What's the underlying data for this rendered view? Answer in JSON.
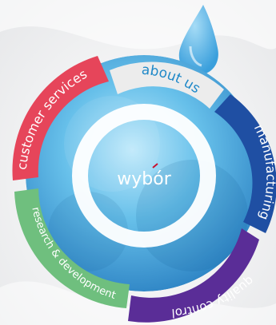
{
  "logo": {
    "text": "wybór",
    "accent_color": "#c8102e"
  },
  "menu": {
    "about": {
      "label": "about us",
      "color": "#ececec",
      "text_color": "#1e88c8"
    },
    "manufacturing": {
      "label": "manufacturing",
      "color": "#1f4fa3"
    },
    "quality": {
      "label": "quality control",
      "color": "#5a2d97"
    },
    "research": {
      "label": "research & development",
      "color": "#6fbf7e"
    },
    "customer": {
      "label": "customer services",
      "color": "#e6455a"
    }
  },
  "colors": {
    "water_light": "#8fd3f2",
    "water_dark": "#2a86c8",
    "inner_ring": "#ffffff",
    "drop": "#56b4e6"
  }
}
